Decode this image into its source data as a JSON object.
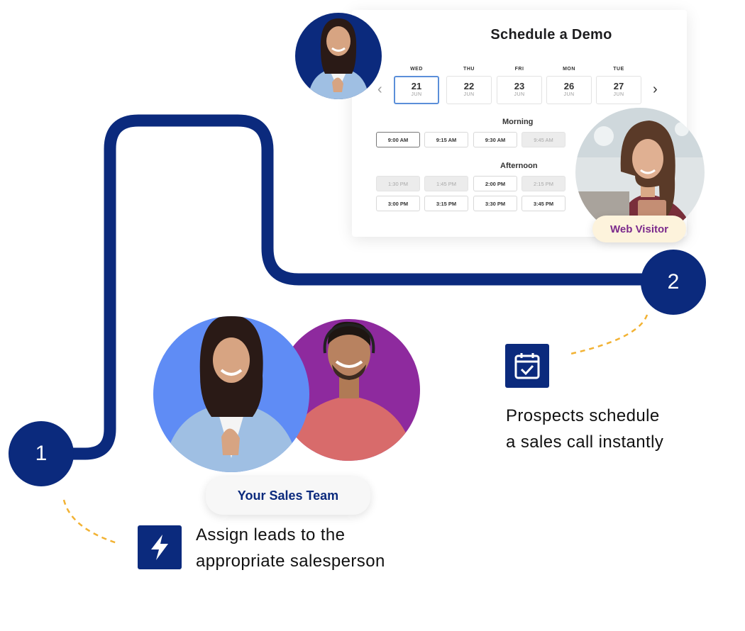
{
  "calendar": {
    "title": "Schedule a Demo",
    "prev_icon": "chevron-left-icon",
    "next_icon": "chevron-right-icon",
    "days": [
      {
        "name": "WED",
        "num": "21",
        "month": "JUN"
      },
      {
        "name": "THU",
        "num": "22",
        "month": "JUN"
      },
      {
        "name": "FRI",
        "num": "23",
        "month": "JUN"
      },
      {
        "name": "MON",
        "num": "26",
        "month": "JUN"
      },
      {
        "name": "TUE",
        "num": "27",
        "month": "JUN"
      }
    ],
    "morning_label": "Morning",
    "morning_slots": [
      "9:00 AM",
      "9:15 AM",
      "9:30 AM",
      "9:45 AM"
    ],
    "afternoon_label": "Afternoon",
    "afternoon_slots_row1": [
      "1:30 PM",
      "1:45 PM",
      "2:00 PM",
      "2:15 PM"
    ],
    "afternoon_slots_row2": [
      "3:00 PM",
      "3:15 PM",
      "3:30 PM",
      "3:45 PM"
    ]
  },
  "web_visitor": {
    "label": "Web Visitor"
  },
  "sales_team": {
    "label": "Your Sales Team"
  },
  "steps": [
    {
      "number": "1",
      "icon": "lightning-bolt-icon",
      "text_line1": "Assign leads to the",
      "text_line2": "appropriate salesperson"
    },
    {
      "number": "2",
      "icon": "calendar-check-icon",
      "text_line1": "Prospects schedule",
      "text_line2": "a sales call instantly"
    }
  ],
  "colors": {
    "navy": "#0b2a7d",
    "accent_purple": "#7b2a8c",
    "dash_orange": "#f2b233",
    "avatar_blue": "#5f8cf5",
    "avatar_purple": "#8e2a9e"
  }
}
